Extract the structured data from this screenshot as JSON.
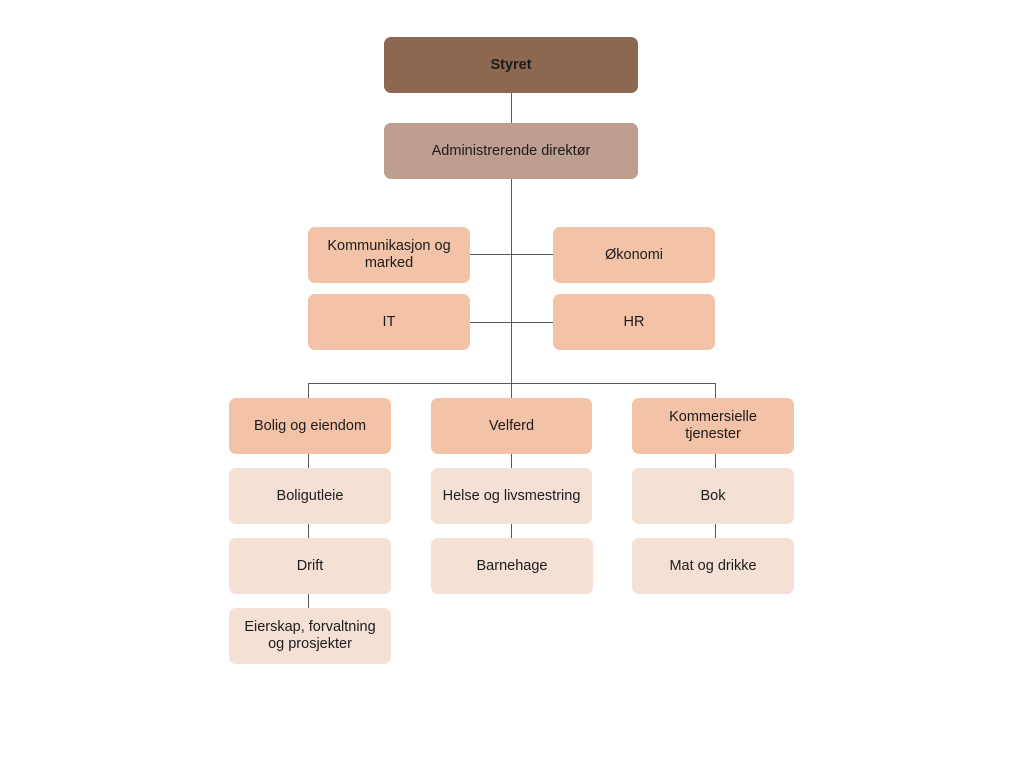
{
  "board": {
    "label": "Styret"
  },
  "ceo": {
    "label": "Administrerende direktør"
  },
  "staff": {
    "communication": "Kommunikasjon og marked",
    "finance": "Økonomi",
    "it": "IT",
    "hr": "HR"
  },
  "divisions": [
    {
      "label": "Bolig og eiendom",
      "units": [
        "Boligutleie",
        "Drift",
        "Eierskap, forvaltning og prosjekter"
      ]
    },
    {
      "label": "Velferd",
      "units": [
        "Helse og livsmestring",
        "Barnehage"
      ]
    },
    {
      "label": "Kommersielle tjenester",
      "units": [
        "Bok",
        "Mat og drikke"
      ]
    }
  ],
  "colors": {
    "board": "#8c6852",
    "ceo": "#bd9e8f",
    "staff": "#f2c3a7",
    "sub": "#f5e0d6",
    "connector": "#5a5a5a"
  }
}
